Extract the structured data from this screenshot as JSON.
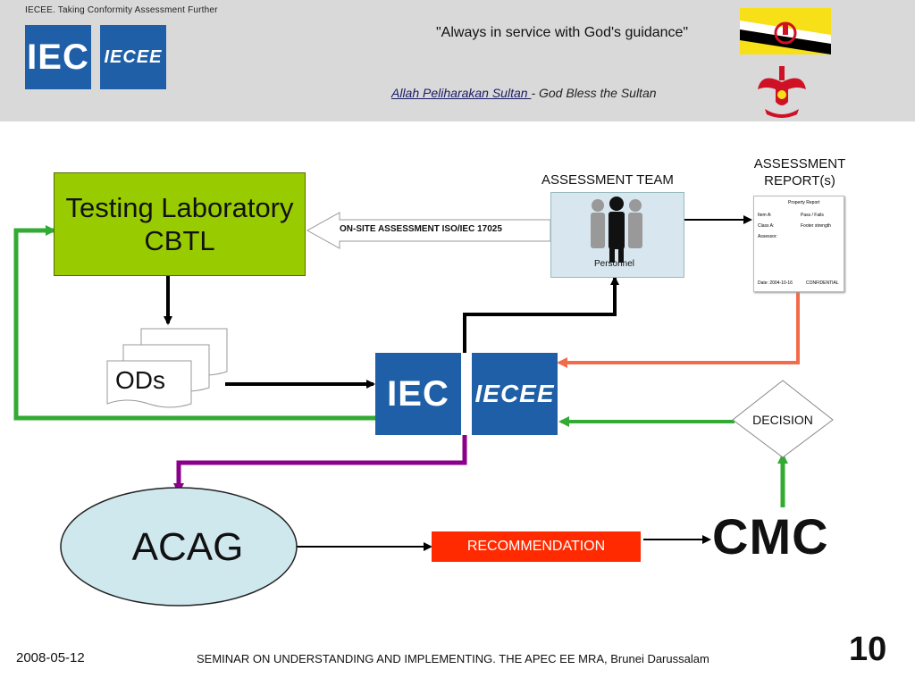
{
  "header": {
    "tagline": "IECEE. Taking Conformity Assessment Further",
    "motto": "\"Always in service with God's guidance\"",
    "motto2_underlined": "Allah Peliharakan Sultan ",
    "motto2_rest": "- God Bless the Sultan",
    "logo_iec": "IEC",
    "logo_iecee": "IECEE"
  },
  "diagram": {
    "lab_line1": "Testing Laboratory",
    "lab_line2": "CBTL",
    "assessment_team": "ASSESSMENT TEAM",
    "assessment_report": "ASSESSMENT REPORT(s)",
    "onsite": "ON-SITE ASSESSMENT ISO/IEC 17025",
    "personnel": "Personnel",
    "ods": "ODs",
    "center_iec": "IEC",
    "center_iecee": "IECEE",
    "decision": "DECISION",
    "acag": "ACAG",
    "recommendation": "RECOMMENDATION",
    "cmc": "CMC",
    "report_doc": {
      "title": "Property Report",
      "row1_left": "Item A:",
      "row1_right": "Pass / Fails",
      "row2_left": "Class A:",
      "row2_right": "Footer strength",
      "row3_left": "Assessor:",
      "footer_date": "Date: 2004-10-16",
      "footer_code": "CONFIDENTIAL"
    }
  },
  "footer": {
    "date": "2008-05-12",
    "center": "SEMINAR ON UNDERSTANDING AND IMPLEMENTING. THE APEC EE MRA, Brunei Darussalam",
    "page": "10"
  },
  "colors": {
    "header_bg": "#d9d9d9",
    "lab_green": "#99cc00",
    "arrow_green": "#33aa33",
    "arrow_purple": "#8b008b",
    "arrow_orange": "#f26b4a",
    "recommend_red": "#ff2a00",
    "iec_blue": "#1f5fa8",
    "acag_fill": "#cfe8ee"
  }
}
